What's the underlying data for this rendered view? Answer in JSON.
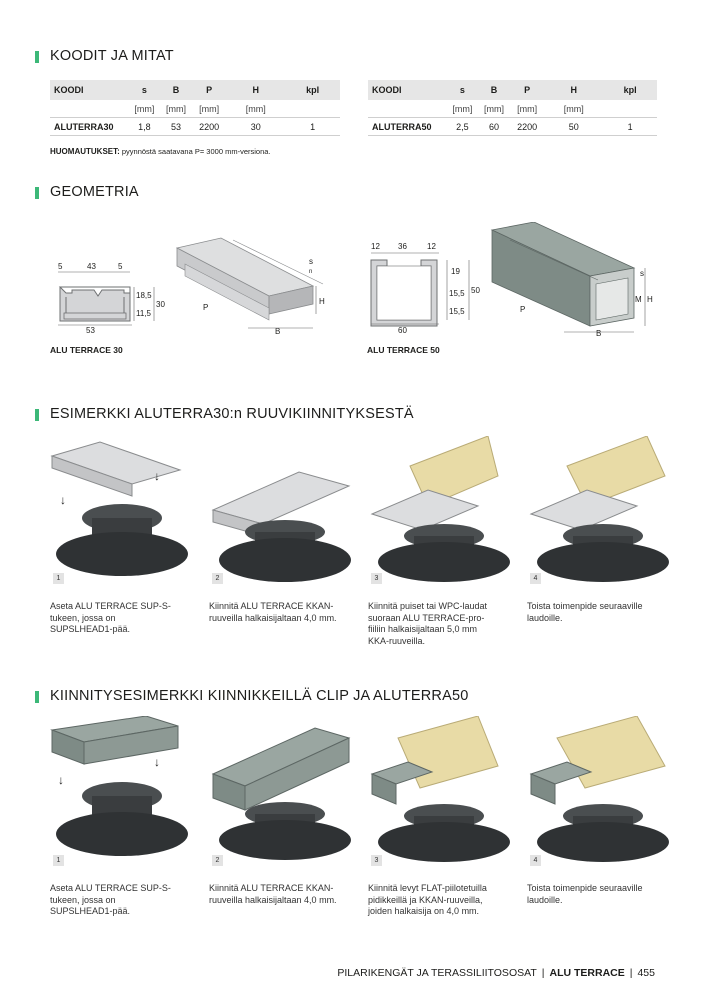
{
  "section1": {
    "title": "KOODIT JA MITAT"
  },
  "table1": {
    "headers": [
      "KOODI",
      "s",
      "B",
      "P",
      "H",
      "kpl"
    ],
    "units": [
      "",
      "[mm]",
      "[mm]",
      "[mm]",
      "[mm]",
      ""
    ],
    "row": [
      "ALUTERRA30",
      "1,8",
      "53",
      "2200",
      "30",
      "1"
    ]
  },
  "table2": {
    "headers": [
      "KOODI",
      "s",
      "B",
      "P",
      "H",
      "kpl"
    ],
    "units": [
      "",
      "[mm]",
      "[mm]",
      "[mm]",
      "[mm]",
      ""
    ],
    "row": [
      "ALUTERRA50",
      "2,5",
      "60",
      "2200",
      "50",
      "1"
    ]
  },
  "note": {
    "label": "HUOMAUTUKSET:",
    "text": "pyynnöstä saatavana P= 3000 mm-versiona."
  },
  "section2": {
    "title": "GEOMETRIA"
  },
  "geo30": {
    "caption": "ALU TERRACE 30",
    "dims": {
      "top_left": "5",
      "top_mid": "43",
      "top_right": "5",
      "bottom": "53",
      "right_upper": "18,5",
      "right_lower": "11,5",
      "total": "30"
    },
    "iso": {
      "s": "s",
      "n": "n",
      "H": "H",
      "P": "P",
      "B": "B"
    }
  },
  "geo50": {
    "caption": "ALU TERRACE 50",
    "dims": {
      "top_left": "12",
      "top_mid": "36",
      "top_right": "12",
      "bottom": "60",
      "r1": "19",
      "r2": "15,5",
      "r3": "15,5",
      "total": "50"
    },
    "iso": {
      "s": "s",
      "M": "M",
      "H": "H",
      "P": "P",
      "B": "B"
    }
  },
  "section3": {
    "title": "ESIMERKKI ALUTERRA30:n RUUVIKIINNITYKSESTÄ"
  },
  "steps3": [
    {
      "num": "1",
      "text": "Aseta ALU TERRACE SUP-S-tukeen, jossa on SUPSLHEAD1-pää."
    },
    {
      "num": "2",
      "text": "Kiinnitä ALU TERRACE KKAN-ruuveilla halkaisijaltaan 4,0 mm."
    },
    {
      "num": "3",
      "text": " Kiinnitä puiset tai WPC-laudat suoraan ALU TERRACE-pro-fiiliin halkaisijaltaan 5,0 mm KKA-ruuveilla."
    },
    {
      "num": "4",
      "text": "Toista toimenpide seuraaville laudoille."
    }
  ],
  "section4": {
    "title": "KIINNITYSESIMERKKI KIINNIKKEILLÄ CLIP JA ALUTERRA50"
  },
  "steps4": [
    {
      "num": "1",
      "text": "Aseta ALU TERRACE SUP-S-tukeen, jossa on SUPSLHEAD1-pää."
    },
    {
      "num": "2",
      "text": "Kiinnitä ALU TERRACE KKAN-ruuveilla halkaisijaltaan 4,0 mm."
    },
    {
      "num": "3",
      "text": "Kiinnitä levyt FLAT-piilotetuilla pidikkeillä ja KKAN-ruuveilla, joiden halkaisija on 4,0 mm."
    },
    {
      "num": "4",
      "text": "Toista toimenpide seuraaville laudoille."
    }
  ],
  "footer": {
    "left": "PILARIKENGÄT JA TERASSILIITOSOSAT",
    "brand": "ALU TERRACE",
    "page": "455"
  },
  "colors": {
    "accent": "#3cb878",
    "aluminium": "#c9cacc",
    "aluminium_dark": "#8f9193",
    "profile50": "#7e8b86",
    "wood": "#e8dba6",
    "pedestal": "#3a3d3f"
  }
}
